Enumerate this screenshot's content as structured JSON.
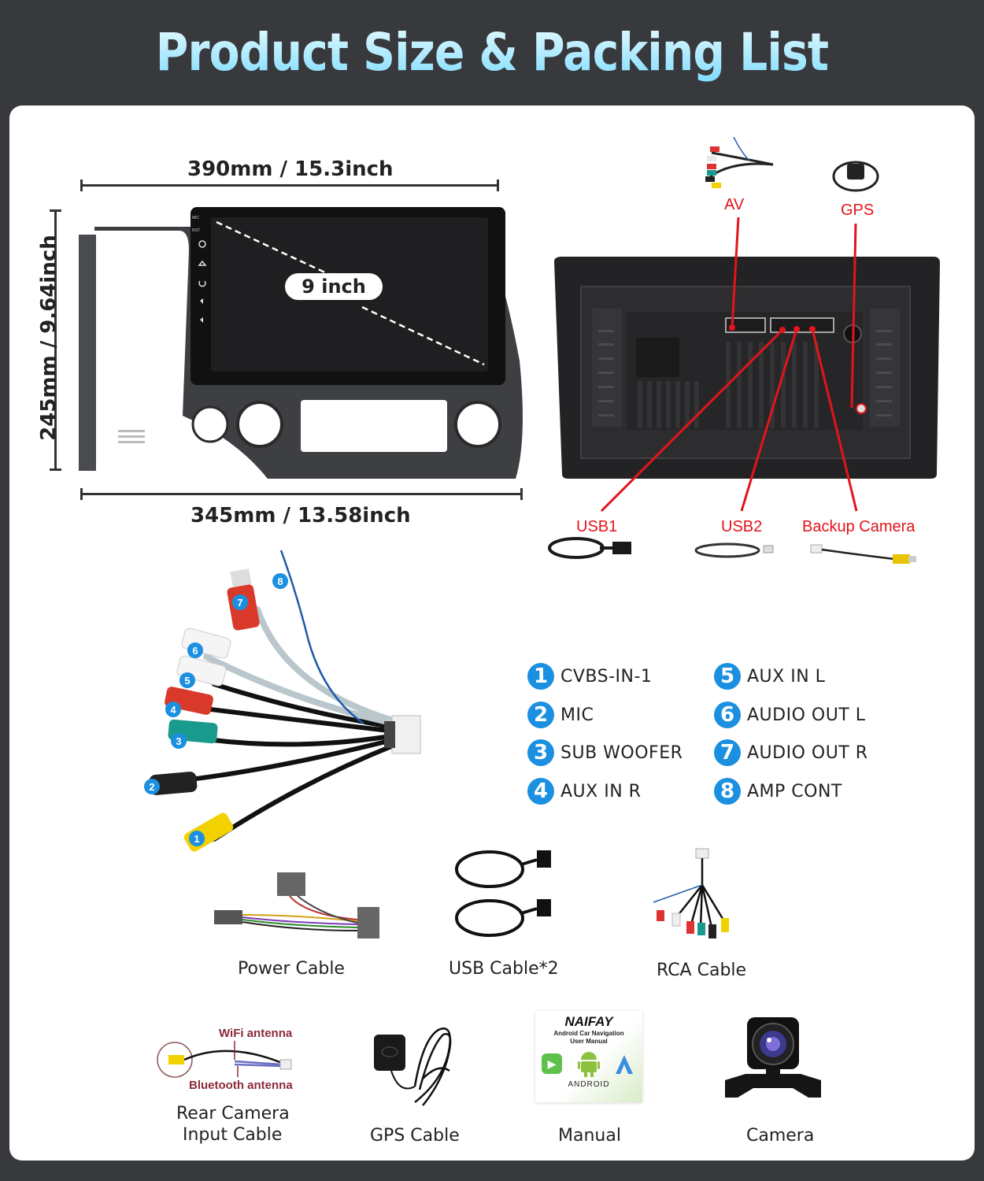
{
  "header": {
    "title": "Product Size & Packing List"
  },
  "dimensions": {
    "top_width": "390mm / 15.3inch",
    "bottom_width": "345mm / 13.58inch",
    "height": "245mm / 9.64inch",
    "screen_size": "9 inch"
  },
  "screen_side_buttons": [
    "MIC",
    "RST"
  ],
  "rear_connections": {
    "labels": [
      "AV",
      "GPS",
      "USB1",
      "USB2",
      "Backup Camera"
    ],
    "line_color": "#e3141b"
  },
  "rca_legend": [
    {
      "num": "1",
      "label": "CVBS-IN-1"
    },
    {
      "num": "2",
      "label": "MIC"
    },
    {
      "num": "3",
      "label": "SUB WOOFER"
    },
    {
      "num": "4",
      "label": "AUX IN R"
    },
    {
      "num": "5",
      "label": "AUX IN L"
    },
    {
      "num": "6",
      "label": "AUDIO OUT L"
    },
    {
      "num": "7",
      "label": "AUDIO OUT R"
    },
    {
      "num": "8",
      "label": "AMP CONT"
    }
  ],
  "packing_list": {
    "row1": [
      "Power Cable",
      "USB Cable*2",
      "RCA Cable"
    ],
    "row2": [
      "Rear Camera Input Cable",
      "GPS Cable",
      "Manual",
      "Camera"
    ],
    "rear_camera_line1": "Rear Camera",
    "rear_camera_line2": "Input Cable",
    "wifi_label": "WiFi antenna",
    "bt_label": "Bluetooth antenna"
  },
  "manual": {
    "brand": "NAIFAY",
    "line1": "Android Car Navigation",
    "line2": "User Manual",
    "android_word": "ANDROID"
  },
  "colors": {
    "accent_blue": "#1b8fe0",
    "title_cyan": "#7fdcff",
    "red": "#e3141b"
  }
}
